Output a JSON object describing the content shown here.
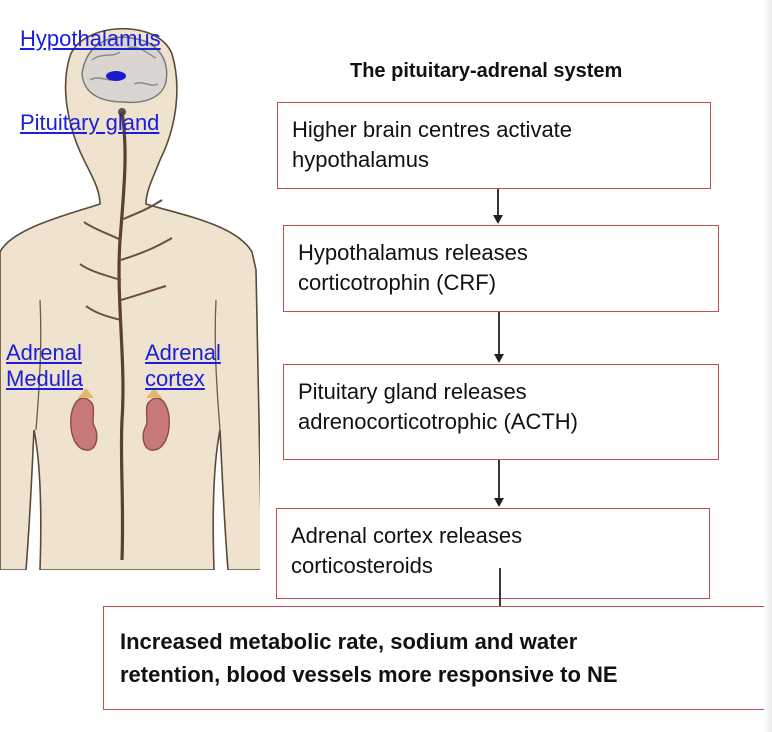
{
  "labels": {
    "hypothalamus": "Hypothalamus",
    "pituitary": "Pituitary gland",
    "medulla_line1": "Adrenal",
    "medulla_line2": "Medulla",
    "cortex_line1": "Adrenal",
    "cortex_line2": "cortex"
  },
  "title": "The pituitary-adrenal system",
  "steps": [
    {
      "line1": "Higher brain centres activate",
      "line2": "hypothalamus"
    },
    {
      "line1": "Hypothalamus releases",
      "line2": "corticotrophin (CRF)"
    },
    {
      "line1": "Pituitary gland releases",
      "line2": "adrenocorticotrophic (ACTH)"
    },
    {
      "line1": "Adrenal cortex releases",
      "line2": "corticosteroids"
    }
  ],
  "result": {
    "line1": "Increased metabolic rate, sodium and water",
    "line2": "retention, blood vessels more responsive to NE"
  },
  "colors": {
    "box_border": "#c0504d",
    "link": "#1a20d8",
    "skin": "#efe3cf",
    "kidney": "#c9787a"
  }
}
